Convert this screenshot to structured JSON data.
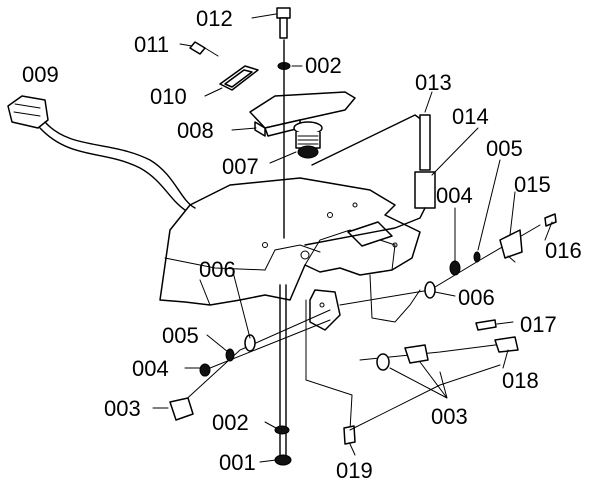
{
  "labels": {
    "p001": "001",
    "p002_top": "002",
    "p002_bottom": "002",
    "p003_left": "003",
    "p003_right": "003",
    "p004_left": "004",
    "p004_right": "004",
    "p005_left": "005",
    "p005_right": "005",
    "p006_left": "006",
    "p006_right": "006",
    "p007": "007",
    "p008": "008",
    "p009": "009",
    "p010": "010",
    "p011": "011",
    "p012": "012",
    "p013": "013",
    "p014": "014",
    "p015": "015",
    "p016": "016",
    "p017": "017",
    "p018": "018",
    "p019": "019"
  }
}
